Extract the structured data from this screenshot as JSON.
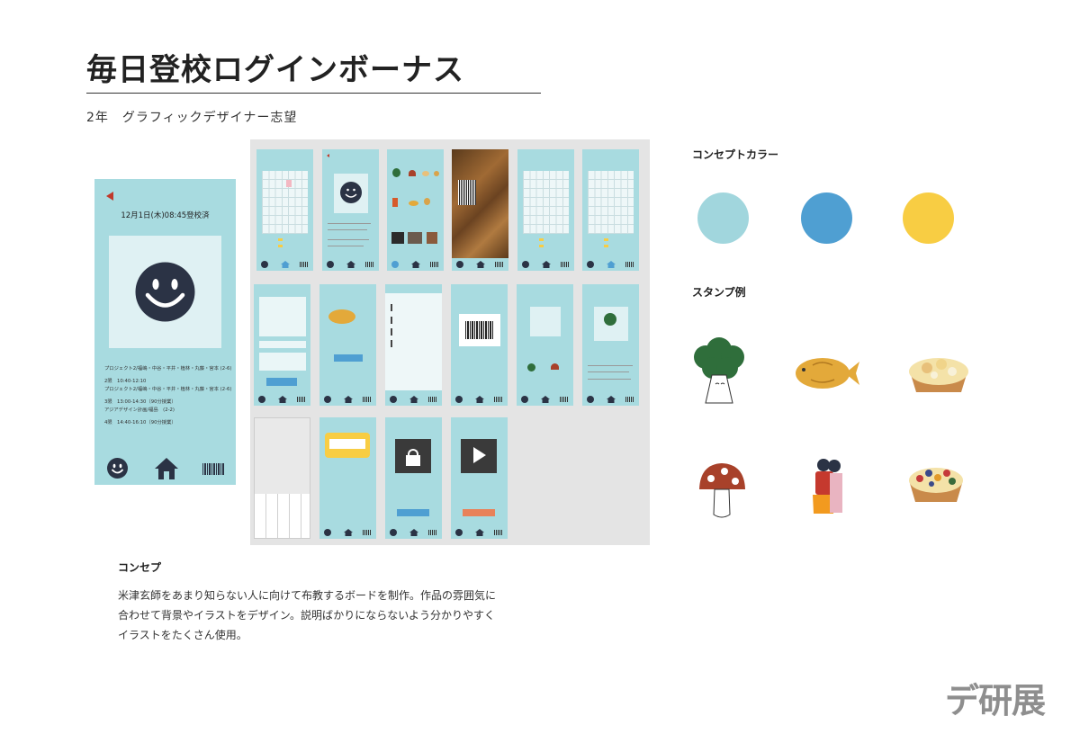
{
  "header": {
    "title": "毎日登校ログインボーナス",
    "subtitle": "2年　グラフィックデザイナー志望"
  },
  "mockup": {
    "date_line": "12月1日(木)08:45登校済",
    "schedule": [
      "プロジェクト2/福嶋・中谷・平井・植林・丸藤・宮本 (2-6)",
      "2限　10:40-12:10",
      "プロジェクト2/福嶋・中谷・平井・植林・丸藤・宮本 (2-6)",
      "3限　13:00-14:30（90分授業）",
      "アジアデザイン計画/福島　(2-2)",
      "4限　14:40-16:10（90分授業）"
    ],
    "nav_icons": [
      "smile-icon",
      "home-icon",
      "barcode-icon"
    ]
  },
  "concept_color": {
    "label": "コンセプトカラー",
    "colors": [
      "#a1d6dd",
      "#4f9fd2",
      "#f8cd43"
    ]
  },
  "stamps": {
    "label": "スタンプ例",
    "items": [
      "broccoli-stamp",
      "flatfish-stamp",
      "fruit-tart-stamp",
      "mushroom-stamp",
      "couple-stamp",
      "berry-tart-stamp"
    ]
  },
  "concept": {
    "label": "コンセプ",
    "lines": [
      "米津玄師をあまり知らない人に向けて布教するボードを制作。作品の雰囲気に",
      "合わせて背景やイラストをデザイン。説明ばかりにならないよう分かりやすく",
      "イラストをたくさん使用。"
    ]
  },
  "logo": {
    "text": "デ研展"
  }
}
